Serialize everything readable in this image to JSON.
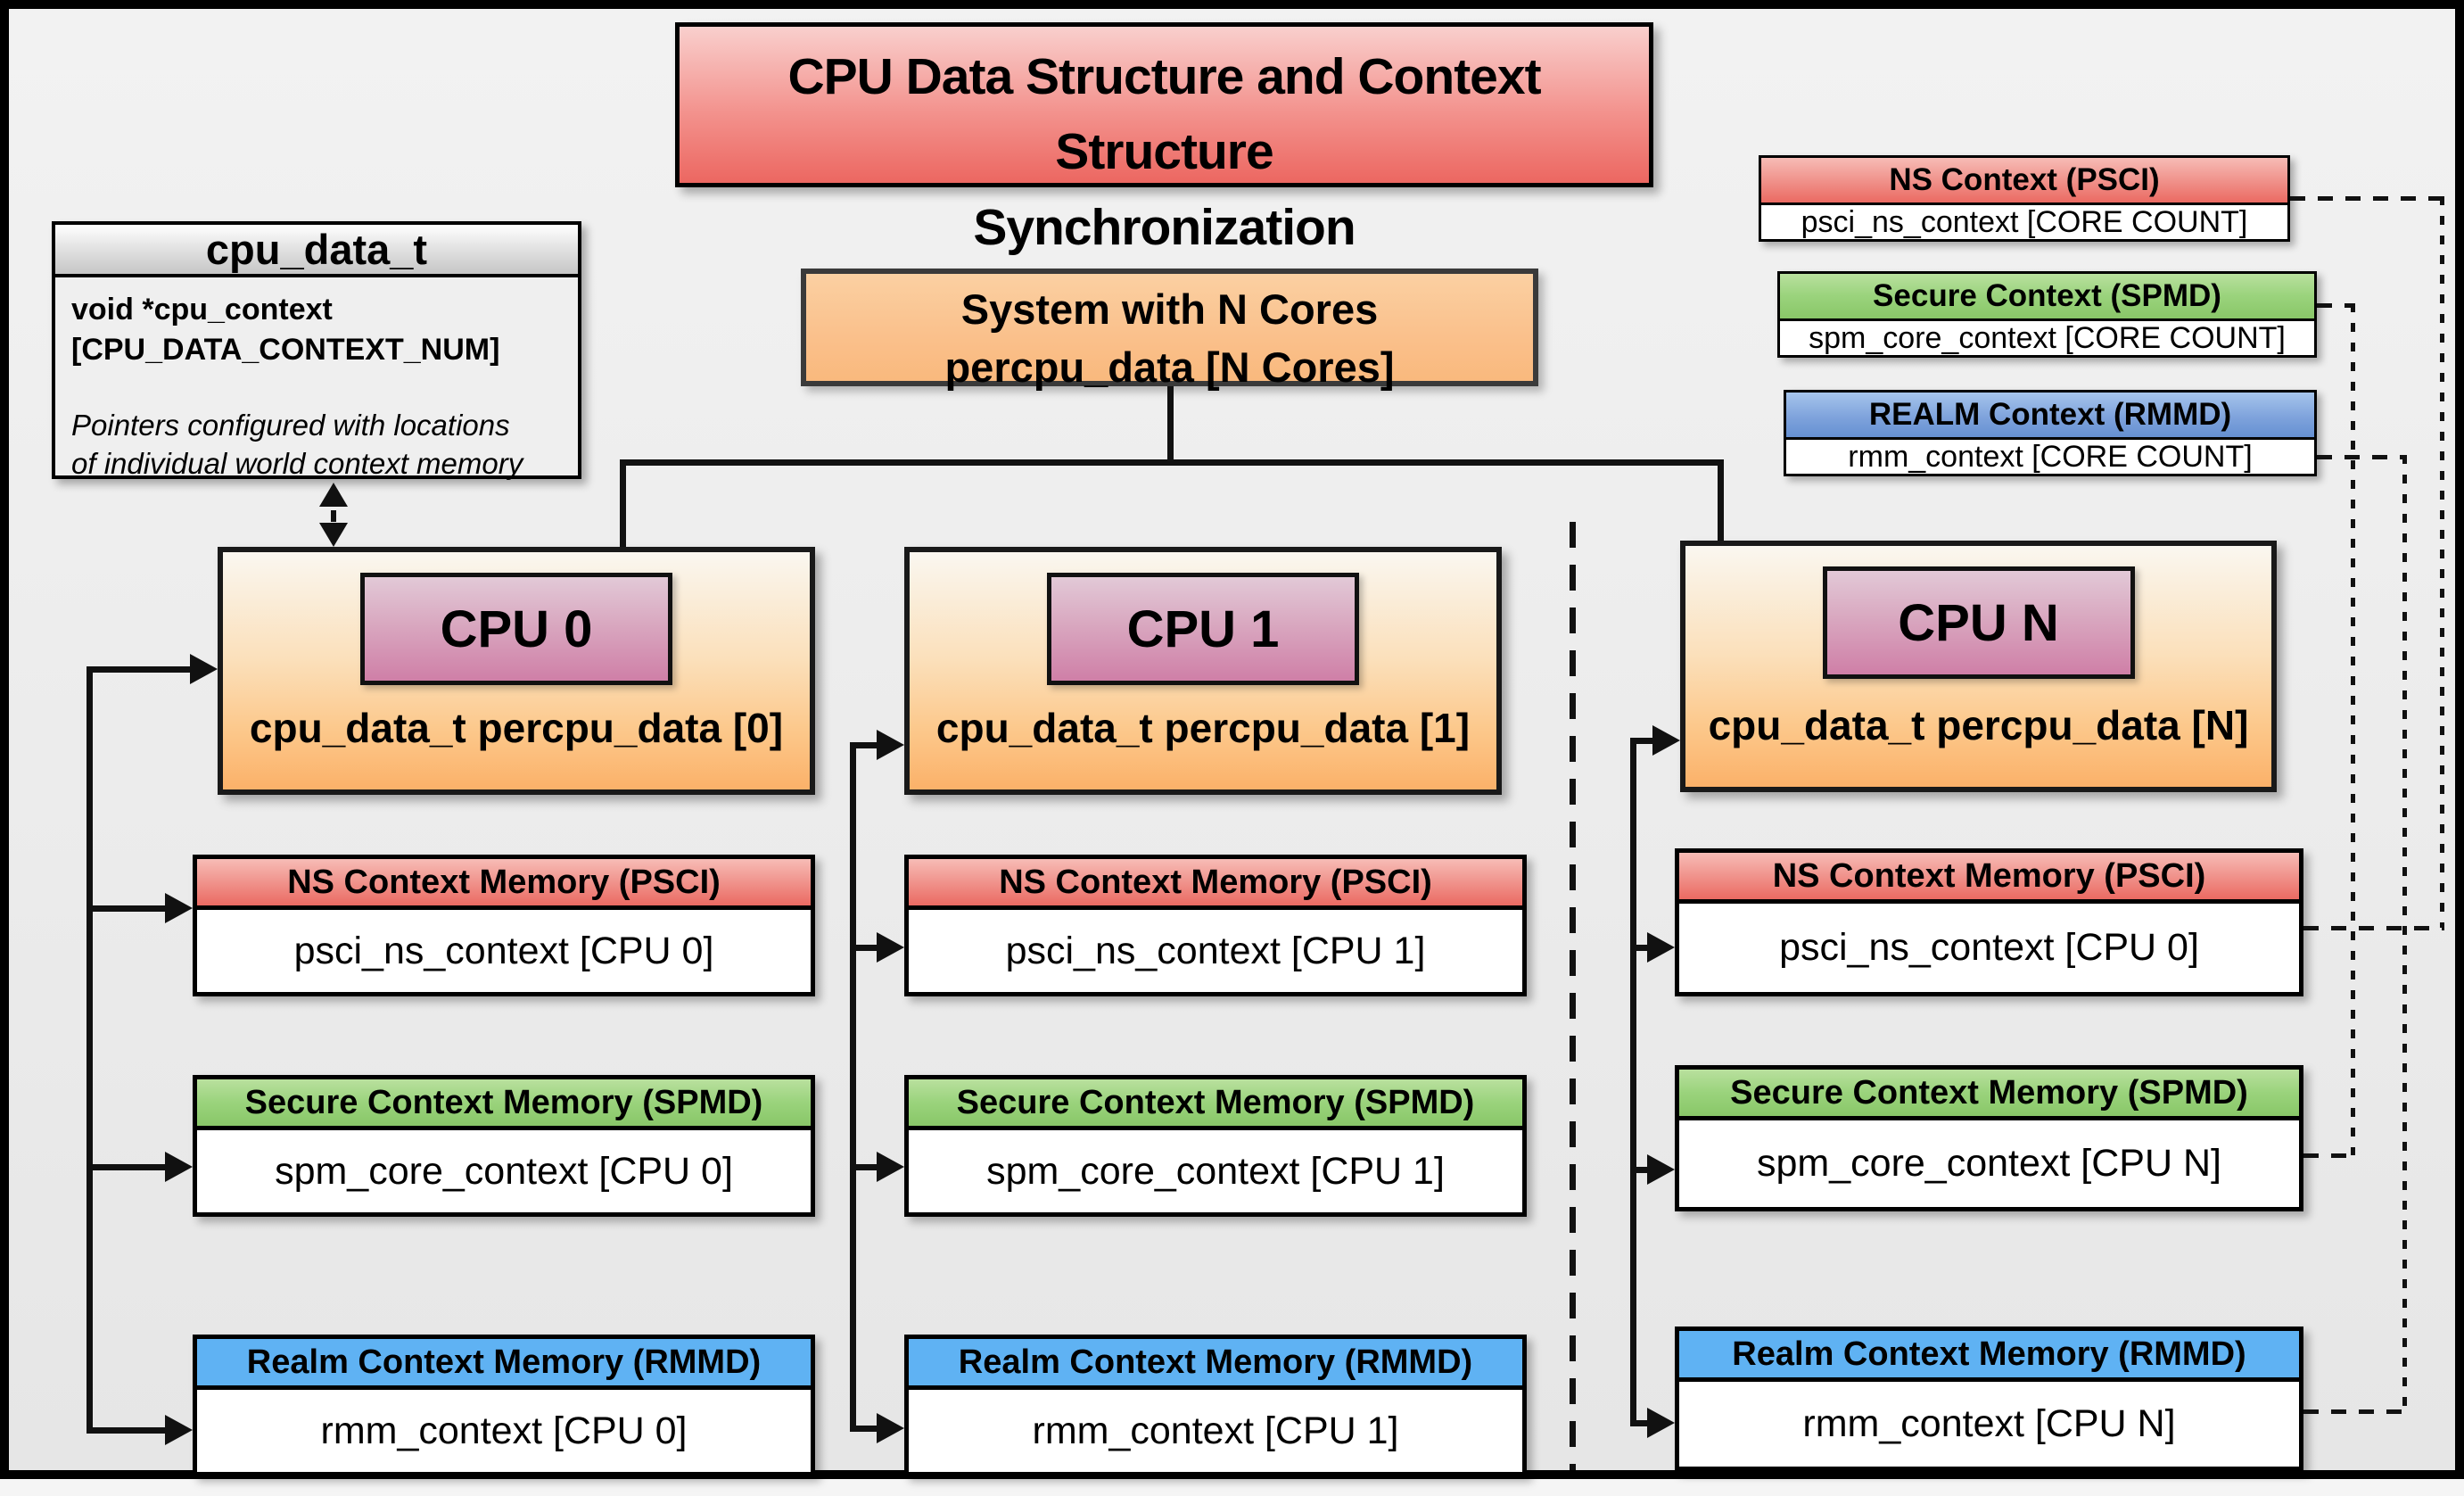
{
  "title": {
    "line1": "CPU Data Structure and Context Structure",
    "line2": "Synchronization"
  },
  "cpu_data_t": {
    "header": "cpu_data_t",
    "field_line1": "void  *cpu_context",
    "field_line2": "[CPU_DATA_CONTEXT_NUM]",
    "note_line1": "Pointers configured with locations",
    "note_line2": "of individual world context memory"
  },
  "system": {
    "line1": "System with N Cores",
    "line2": "percpu_data [N Cores]"
  },
  "legend": [
    {
      "header": "NS Context  (PSCI)",
      "body": "psci_ns_context [CORE COUNT]"
    },
    {
      "header": "Secure Context (SPMD)",
      "body": "spm_core_context [CORE COUNT]"
    },
    {
      "header": "REALM Context (RMMD)",
      "body": "rmm_context [CORE COUNT]"
    }
  ],
  "cpus": [
    {
      "badge": "CPU 0",
      "label": "cpu_data_t percpu_data [0]",
      "ns_header": "NS Context Memory (PSCI)",
      "ns_body": "psci_ns_context [CPU 0]",
      "sec_header": "Secure Context Memory (SPMD)",
      "sec_body": "spm_core_context [CPU 0]",
      "realm_header": "Realm Context Memory (RMMD)",
      "realm_body": "rmm_context [CPU 0]"
    },
    {
      "badge": "CPU 1",
      "label": "cpu_data_t percpu_data [1]",
      "ns_header": "NS Context Memory (PSCI)",
      "ns_body": "psci_ns_context [CPU 1]",
      "sec_header": "Secure Context Memory (SPMD)",
      "sec_body": "spm_core_context [CPU 1]",
      "realm_header": "Realm Context Memory (RMMD)",
      "realm_body": "rmm_context [CPU 1]"
    },
    {
      "badge": "CPU N",
      "label": "cpu_data_t percpu_data [N]",
      "ns_header": "NS Context Memory (PSCI)",
      "ns_body": "psci_ns_context [CPU 0]",
      "sec_header": "Secure Context Memory (SPMD)",
      "sec_body": "spm_core_context [CPU N]",
      "realm_header": "Realm Context Memory (RMMD)",
      "realm_body": "rmm_context [CPU N]"
    }
  ],
  "colors": {
    "ns_header": "#ec6e66",
    "secure_header": "#92cd75",
    "realm_header": "#5fb2f3",
    "cpu_badge": "#cf7fa7",
    "cpu_box": "#fbb169",
    "system_box": "#fac08b",
    "title_box": "#ec6761"
  }
}
